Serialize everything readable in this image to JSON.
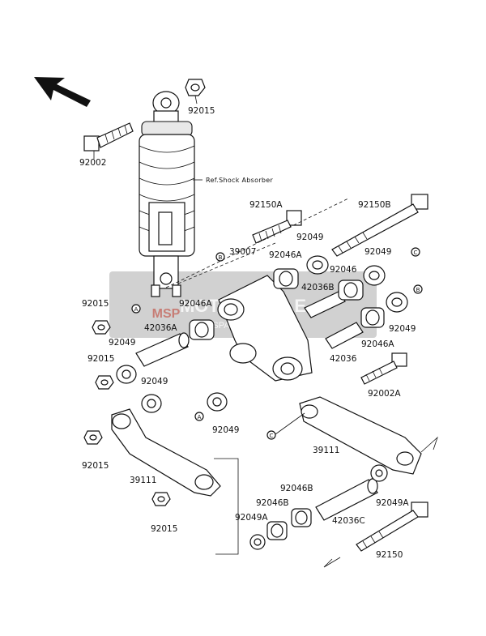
{
  "diagram": {
    "ref_note": "Ref.Shock Absorber",
    "part_labels": {
      "p92015_top": "92015",
      "p92002": "92002",
      "p92150A": "92150A",
      "p92150B": "92150B",
      "p92049_a": "92049",
      "p39007": "39007",
      "p92046A_a": "92046A",
      "p92049_b": "92049",
      "p92046": "92046",
      "p42036B": "42036B",
      "p92015_l1": "92015",
      "p92046A_b": "92046A",
      "p42036A": "42036A",
      "p92049_c": "92049",
      "p92015_l2": "92015",
      "p92049_d": "92049",
      "p42036": "42036",
      "p92046A_c": "92046A",
      "p92049_e": "92049",
      "p92049_f": "92049",
      "p92002A": "92002A",
      "p92015_l3": "92015",
      "p39111_a": "39111",
      "p39111_b": "39111",
      "p92015_l4": "92015",
      "p92046B_a": "92046B",
      "p92046B_b": "92046B",
      "p92049A_a": "92049A",
      "p92049A_b": "92049A",
      "p42036C": "42036C",
      "p92150": "92150"
    },
    "ref_markers": {
      "a": "A",
      "b": "B",
      "c": "C"
    },
    "watermark": {
      "brand": "MOTORCYCLE",
      "sub": "SPARE PARTS",
      "logo": "MSP"
    }
  }
}
